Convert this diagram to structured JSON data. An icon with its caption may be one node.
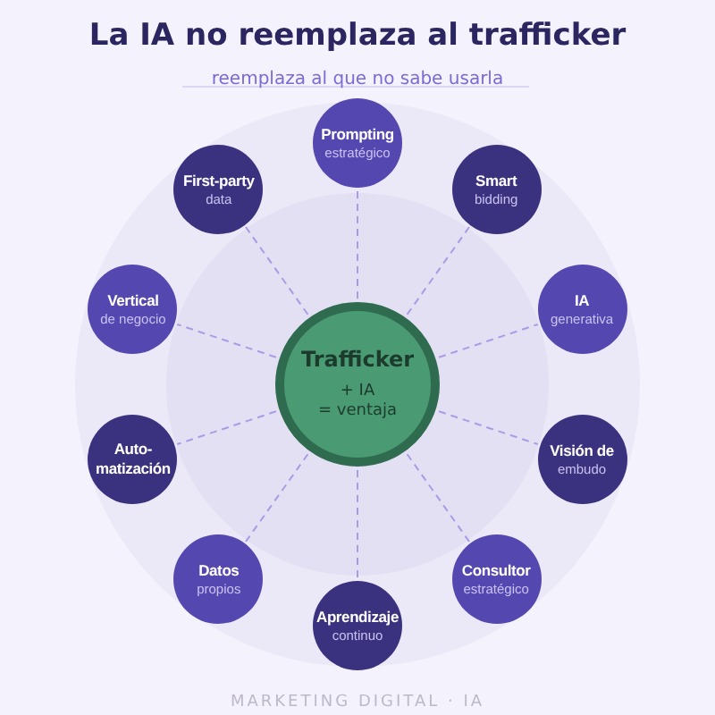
{
  "diagram": {
    "title": "La IA no reemplaza al trafficker",
    "nodes": [
      {
        "text": [
          "Trafficker",
          "+ IA",
          "= ventaja"
        ]
      },
      {
        "text": [
          "Prompting",
          "estratégico"
        ]
      },
      {
        "text": [
          "Smart",
          "bidding"
        ]
      },
      {
        "text": [
          "IA",
          "generativa"
        ]
      },
      {
        "text": [
          "Visión de",
          "embudo"
        ]
      },
      {
        "text": [
          "Consultor",
          "estratégico"
        ]
      },
      {
        "text": [
          "Aprendizaje",
          "continuo"
        ]
      },
      {
        "text": [
          "Datos",
          "propios"
        ]
      },
      {
        "text": [
          "Auto- matización"
        ]
      },
      {
        "text": [
          "Vertical",
          "de negocio"
        ]
      },
      {
        "text": [
          "First-party",
          "data"
        ]
      }
    ],
    "edges": [
      {
        "from": 0,
        "to": 1,
        "arrow": "none",
        "style": "dashed"
      },
      {
        "from": 0,
        "to": 2,
        "arrow": "none",
        "style": "dashed"
      },
      {
        "from": 0,
        "to": 3,
        "arrow": "none",
        "style": "dashed"
      },
      {
        "from": 0,
        "to": 4,
        "arrow": "none",
        "style": "dashed"
      },
      {
        "from": 0,
        "to": 5,
        "arrow": "none",
        "style": "dashed"
      },
      {
        "from": 0,
        "to": 6,
        "arrow": "none",
        "style": "dashed"
      },
      {
        "from": 0,
        "to": 7,
        "arrow": "none",
        "style": "dashed"
      },
      {
        "from": 0,
        "to": 8,
        "arrow": "none",
        "style": "dashed"
      },
      {
        "from": 0,
        "to": 9,
        "arrow": "none",
        "style": "dashed"
      },
      {
        "from": 0,
        "to": 10,
        "arrow": "none",
        "style": "dashed"
      }
    ],
    "labels": [
      "reemplaza al que no sabe usarla",
      "MARKETING DIGITAL · IA"
    ]
  }
}
